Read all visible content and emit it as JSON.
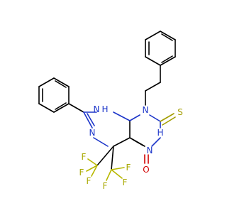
{
  "atoms": {
    "n_ring_top": "N",
    "nh_left": "H",
    "nh_left_n": "N",
    "n_left_bottom": "N",
    "n_right": "N",
    "nh_right_h": "H",
    "s": "S",
    "o": "O",
    "f1": "F",
    "f2": "F",
    "f3": "F",
    "f4": "F",
    "f5": "F",
    "f6": "F"
  },
  "colors": {
    "carbon": "#000000",
    "nitrogen": "#1c35c9",
    "sulfur": "#a39d00",
    "oxygen": "#d10000",
    "fluorine": "#a8a800"
  }
}
